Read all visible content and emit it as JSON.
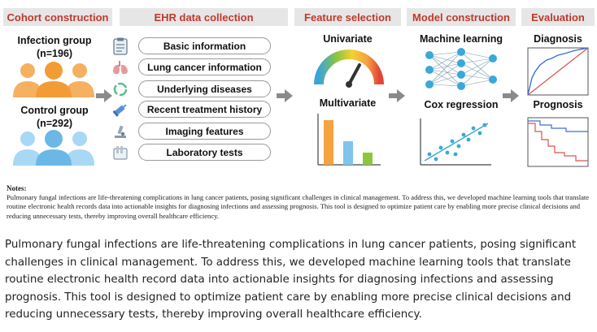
{
  "sections": {
    "cohort": "Cohort construction",
    "ehr": "EHR data collection",
    "feature": "Feature selection",
    "model": "Model construction",
    "evaluation": "Evaluation"
  },
  "cohort": {
    "infection_label": "Infection group",
    "infection_n": "(n=196)",
    "control_label": "Control group",
    "control_n": "(n=292)",
    "infection_color": "#f5b061",
    "control_color": "#7fc4ea"
  },
  "ehr_items": [
    "Basic information",
    "Lung cancer information",
    "Underlying diseases",
    "Recent treatment history",
    "Imaging features",
    "Laboratory tests"
  ],
  "feature": {
    "univariate": "Univariate",
    "multivariate": "Multivariate"
  },
  "model": {
    "ml": "Machine learning",
    "cox": "Cox regression"
  },
  "evaluation": {
    "diagnosis": "Diagnosis",
    "prognosis": "Prognosis"
  },
  "notes": {
    "title": "Notes:",
    "text": "Pulmonary fungal infections are life-threatening complications in lung cancer patients, posing significant challenges in clinical management. To address this, we developed machine learning tools that translate routine electronic health records data into actionable insights for diagnosing infections and assessing prognosis. This tool is designed to optimize patient care by enabling more precise clinical decisions and reducing unnecessary tests, thereby improving overall healthcare efficiency."
  },
  "caption": "Pulmonary fungal infections are life-threatening complications in lung cancer patients, posing significant challenges in clinical management. To address this, we developed machine learning tools that translate routine electronic health record data into actionable insights for diagnosing infections and assessing prognosis. This tool is designed to optimize patient care by enabling more precise clinical decisions and reducing unnecessary tests, thereby improving overall healthcare efficiency.",
  "colors": {
    "accent_red": "#c0392b",
    "bar_orange": "#f5a340",
    "bar_blue": "#7fc4ea",
    "bar_green": "#8cc63f",
    "network_node": "#3aa8d8",
    "roc_line": "#3b6fd6",
    "km_line": "#d9534f"
  }
}
